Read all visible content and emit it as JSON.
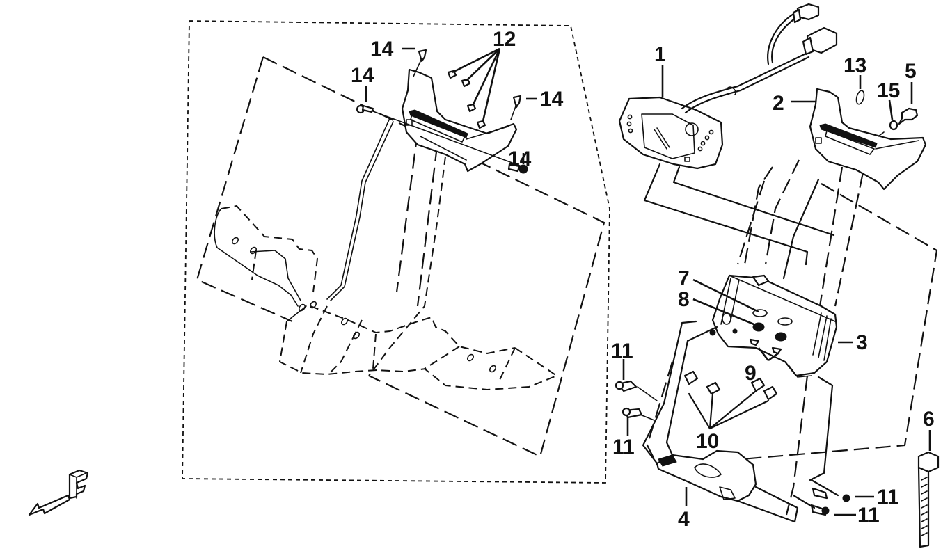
{
  "diagram": {
    "type": "exploded-parts-diagram",
    "callouts": {
      "p1": "1",
      "p2": "2",
      "p3": "3",
      "p4": "4",
      "p5": "5",
      "p6": "6",
      "p7": "7",
      "p8": "8",
      "p9": "9",
      "p10": "10",
      "p11a": "11",
      "p11b": "11",
      "p11c": "11",
      "p11d": "11",
      "p12": "12",
      "p13": "13",
      "p14a": "14",
      "p14b": "14",
      "p14c": "14",
      "p14d": "14",
      "p15": "15"
    },
    "front_indicator_letter": "F",
    "line_color": "#111111",
    "background": "#ffffff"
  }
}
